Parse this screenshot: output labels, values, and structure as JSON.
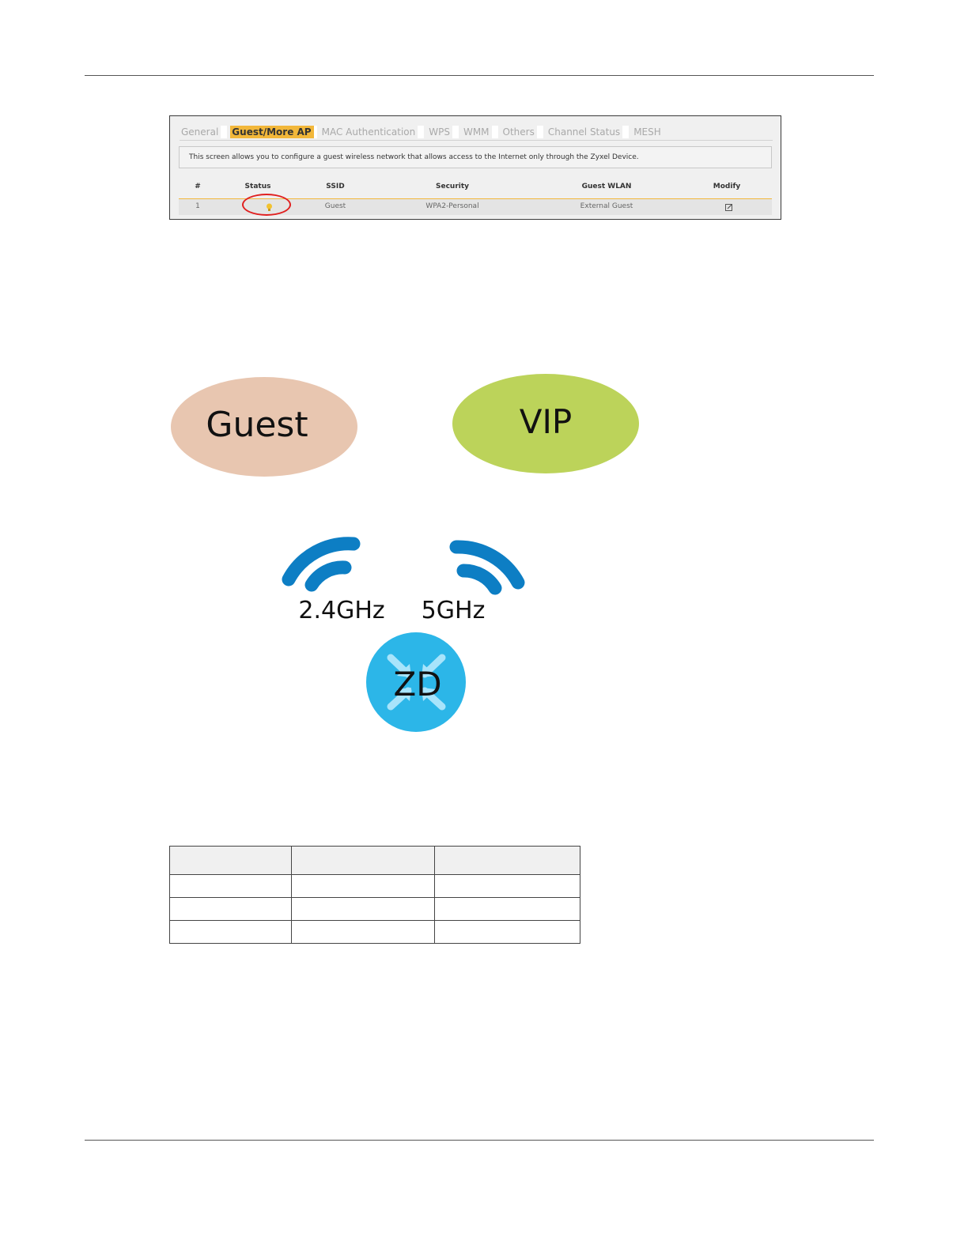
{
  "tabs": [
    {
      "label": "General",
      "active": false
    },
    {
      "label": "Guest/More AP",
      "active": true
    },
    {
      "label": "MAC Authentication",
      "active": false
    },
    {
      "label": "WPS",
      "active": false
    },
    {
      "label": "WMM",
      "active": false
    },
    {
      "label": "Others",
      "active": false
    },
    {
      "label": "Channel Status",
      "active": false
    },
    {
      "label": "MESH",
      "active": false
    }
  ],
  "description": "This screen allows you to configure a guest wireless network that allows access to the Internet only through the Zyxel Device.",
  "table": {
    "headers": {
      "num": "#",
      "status": "Status",
      "ssid": "SSID",
      "security": "Security",
      "guest_wlan": "Guest WLAN",
      "modify": "Modify"
    },
    "rows": [
      {
        "num": "1",
        "status": "lightbulb-icon",
        "ssid": "Guest",
        "security": "WPA2-Personal",
        "guest_wlan": "External Guest",
        "modify": "edit-icon"
      }
    ]
  },
  "diagram": {
    "guest_label": "Guest",
    "vip_label": "VIP",
    "band_24_label": "2.4GHz",
    "band_5_label": "5GHz",
    "device_label": "ZD",
    "colors": {
      "guest": "#e8c6b0",
      "vip": "#bcd35a",
      "wifi": "#0d7ec4",
      "device": "#2cb6e8"
    }
  },
  "empty_table": {
    "rows": 4,
    "cols": 3
  }
}
